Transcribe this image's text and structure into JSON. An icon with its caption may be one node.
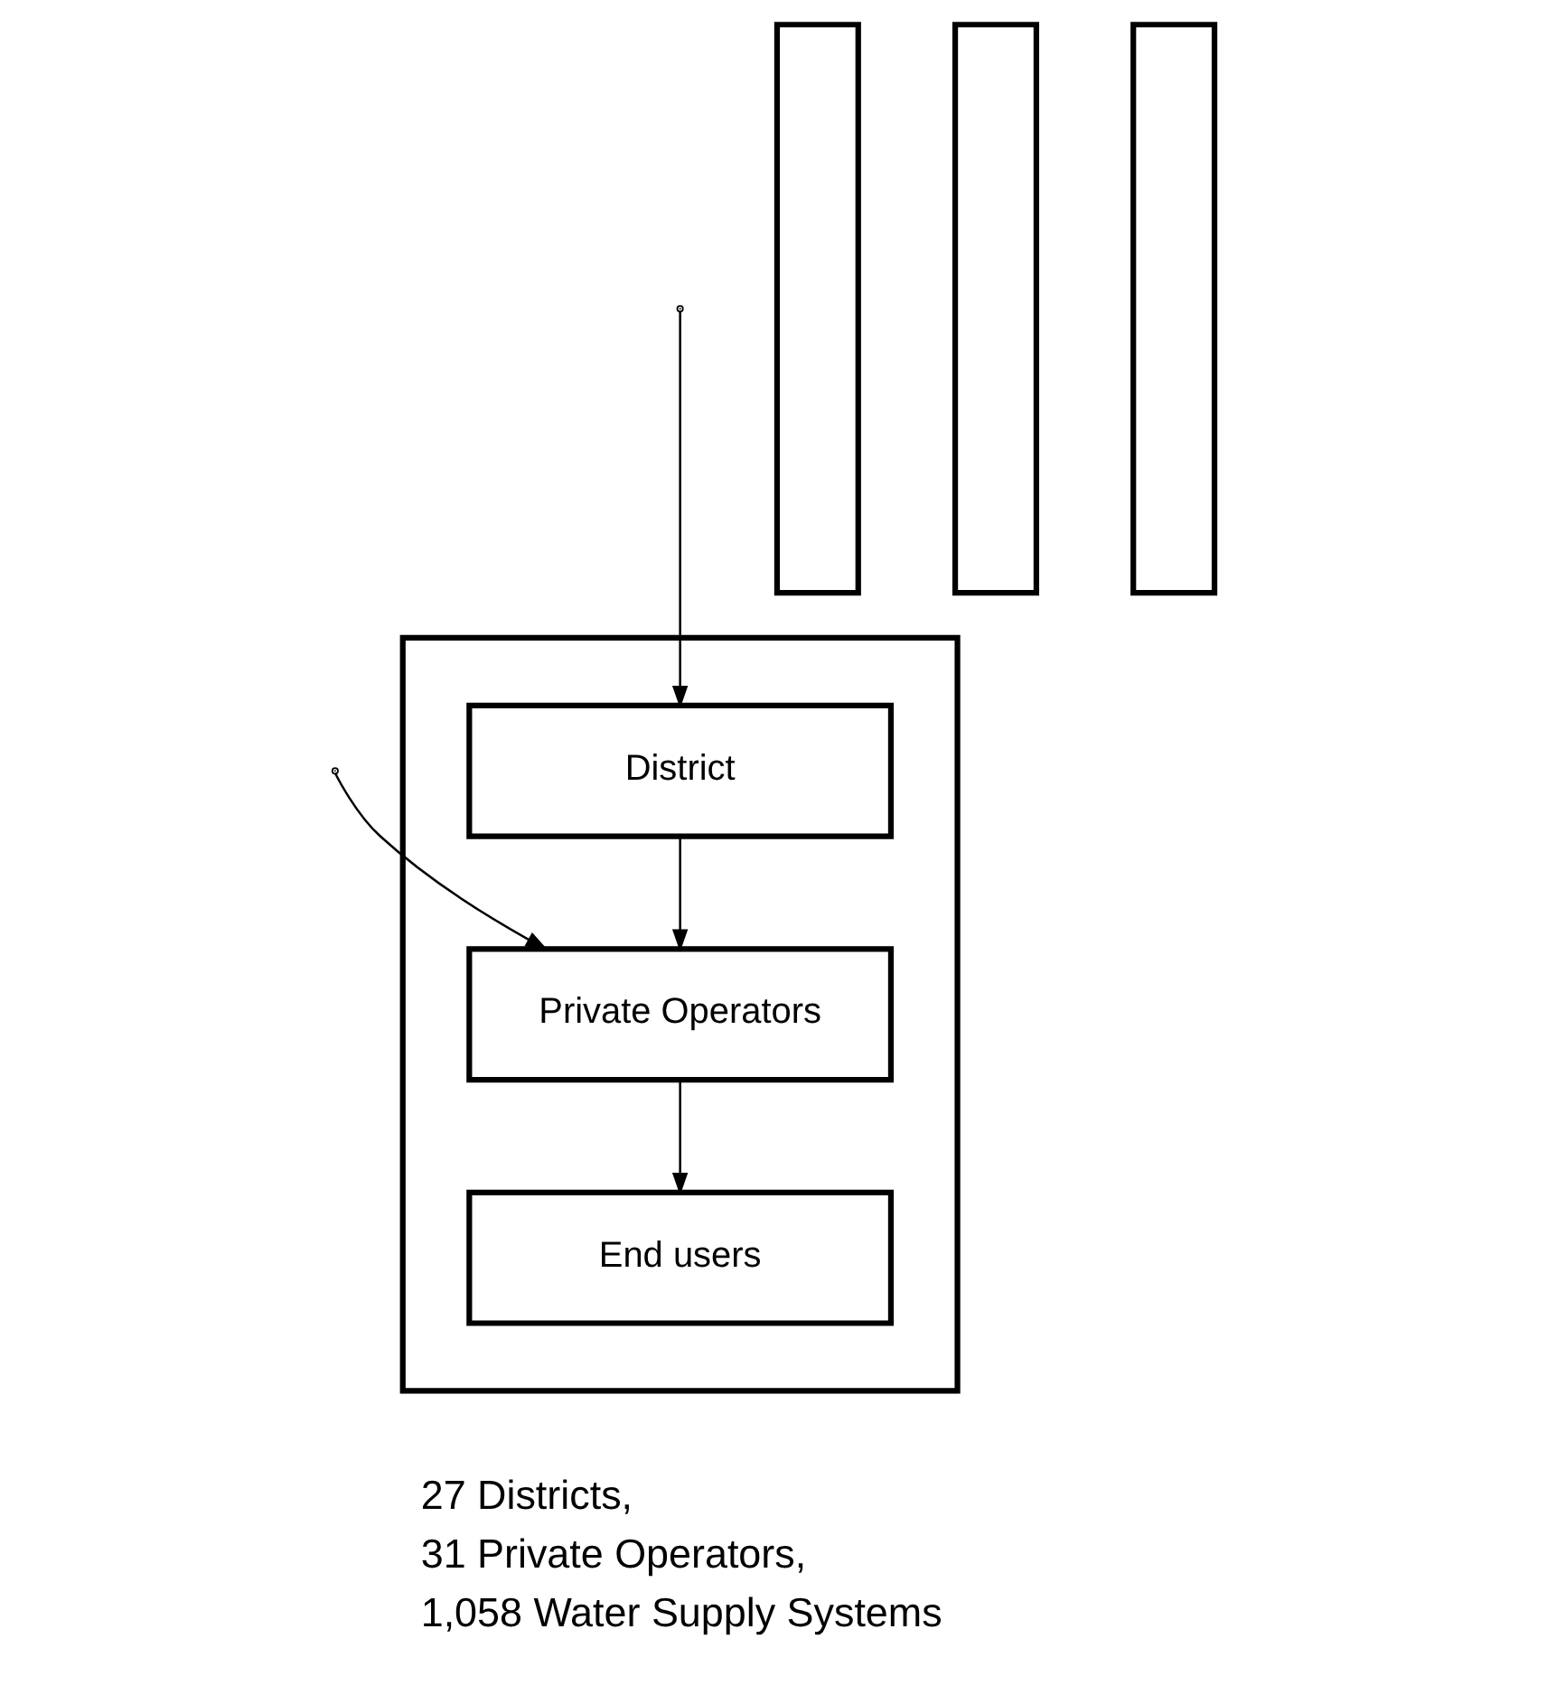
{
  "diagram": {
    "nodes": [
      {
        "text": [],
        "shape": "box"
      },
      {
        "text": [
          "District"
        ],
        "in": 0
      },
      {
        "text": [
          "Private Operators"
        ],
        "in": 0
      },
      {
        "text": [
          "End users"
        ],
        "in": 0
      },
      {
        "text": [],
        "shape": "box"
      },
      {
        "text": [],
        "shape": "box"
      },
      {
        "text": [],
        "shape": "box"
      }
    ],
    "edges": [
      {
        "from": 1,
        "to": 2,
        "arrow": "to"
      },
      {
        "from": 2,
        "to": 3,
        "arrow": "to"
      },
      {
        "from": null,
        "to": 1,
        "arrow": "to"
      },
      {
        "from": null,
        "to": 2,
        "arrow": "to"
      }
    ],
    "labels": [
      "27 Districts,",
      "31 Private Operators,",
      "1,058 Water Supply Systems"
    ]
  }
}
